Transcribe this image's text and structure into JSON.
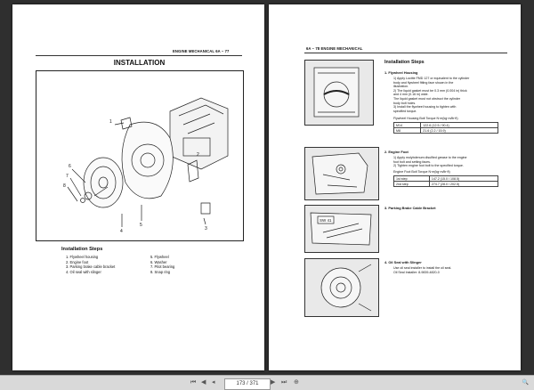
{
  "left_page": {
    "header": "ENGINE MECHANICAL  6A – 77",
    "title": "INSTALLATION",
    "steps_title": "Installation Steps",
    "steps_col1": [
      "1.   Flywheel housing",
      "2.   Engine foot",
      "3.   Parking brake cable bracket",
      "4.   Oil seal with slinger"
    ],
    "steps_col2": [
      "5.   Flywheel",
      "6.   Washer",
      "7.   Pilot bearing",
      "8.   Snap ring"
    ],
    "callouts": [
      "1",
      "2",
      "3",
      "4",
      "5",
      "6",
      "7",
      "8"
    ]
  },
  "right_page": {
    "header": "6A – 78  ENGINE MECHANICAL",
    "section_title": "Installation Steps",
    "item1_heading": "1.   Flywheel Housing",
    "item1_lines": [
      "1)  Apply Loctite FMD 127 or equivalent to the cylinder",
      "     body and flywheel fitting face shown in the",
      "     illustration.",
      "2)  The liquid gasket must be 0.3 mm (0.004 in) thick",
      "     and 4 mm (0.16 in) wide.",
      "     The liquid gasket must not obstruct the cylinder",
      "     body bolt holes.",
      "3)  Install the flywheel housing to tighten with",
      "     specified torque."
    ],
    "torque1_caption": "Flywheel Housing Bolt Torque                N·m(kg·m/lb·ft)",
    "torque1_rows": [
      [
        "M14",
        "122.6 (12.5 / 90.4)"
      ],
      [
        "M8",
        "21.6 (2.2 / 15.9)"
      ]
    ],
    "item2_heading": "2.   Engine Foot",
    "item2_lines": [
      "1)  Apply molybdenum disulfied grease to the engine",
      "     foot bolt and setting faces.",
      "2)  Tighten engine foot bolt to the specified torque."
    ],
    "torque2_caption": "Engine Foot Bolt Torque                N·m(kg·m/lb·ft)",
    "torque2_rows": [
      [
        "1st step",
        "147.2 (15.0 / 108.5)"
      ],
      [
        "2nd step",
        "274.7 (28.0 / 202.5)"
      ]
    ],
    "item3_heading": "3.   Parking Brake Cable Bracket",
    "item4_heading": "4.   Oil Seal with Slinger",
    "item4_lines": [
      "Use oil seal installer to install the oil seal.",
      "Oil Seal Installer: 8-9839-4820-0"
    ],
    "img_label": "SW 41"
  },
  "toolbar": {
    "page_value": "173 / 371",
    "first_icon": "⏮",
    "prev_icon": "◀",
    "next_icon": "▶",
    "last_icon": "⏭",
    "zoom_icon": "🔍",
    "pct": "⊕"
  }
}
